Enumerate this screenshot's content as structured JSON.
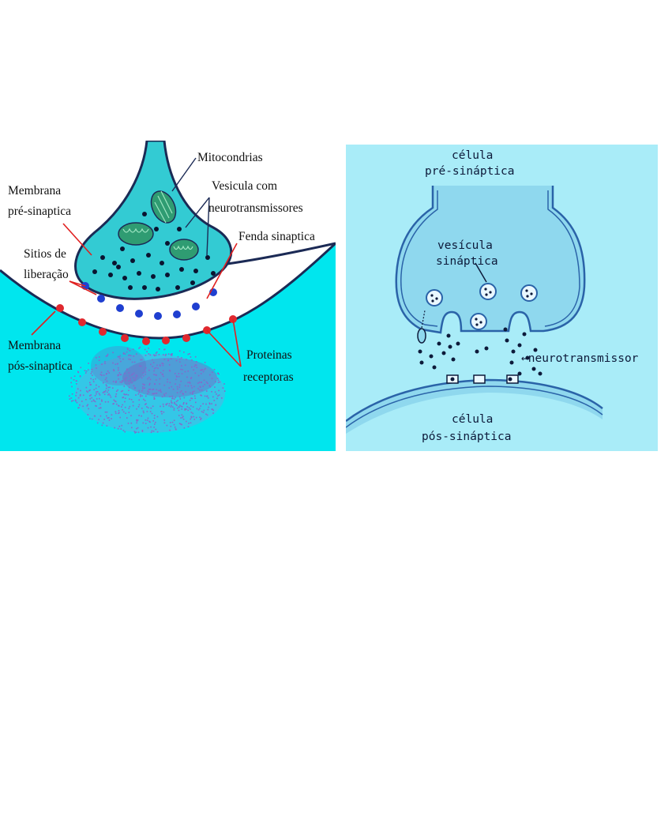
{
  "left_diagram": {
    "labels": {
      "mitocondrias": "Mitocondrias",
      "vesicula_line1": "Vesicula com",
      "vesicula_line2": "neurotransmissores",
      "membrana_pre_line1": "Membrana",
      "membrana_pre_line2": "pré-sinaptica",
      "fenda": "Fenda sinaptica",
      "sitios_line1": "Sitios de",
      "sitios_line2": "liberação",
      "membrana_pos_line1": "Membrana",
      "membrana_pos_line2": "pós-sinaptica",
      "proteinas_line1": "Proteinas",
      "proteinas_line2": "receptoras"
    },
    "colors": {
      "background": "#00e6ee",
      "terminal": "#33cbd3",
      "membrane": "#1b2a55",
      "mitochondria": "#2f9c72",
      "release_sites": "#1f3fd0",
      "receptors": "#e0282e",
      "label_lines": "#e02020",
      "diffusion": "#b040c0"
    }
  },
  "right_diagram": {
    "labels": {
      "pre_line1": "célula",
      "pre_line2": "pré-sináptica",
      "vesicula_line1": "vesícula",
      "vesicula_line2": "sináptica",
      "neurotransmissor": "←neurotransmissor",
      "pos_line1": "célula",
      "pos_line2": "pós-sináptica"
    },
    "colors": {
      "background": "#a9ecf8",
      "terminal": "#8fd8ee",
      "membrane": "#2a63a8",
      "text": "#0d1a3a"
    }
  }
}
